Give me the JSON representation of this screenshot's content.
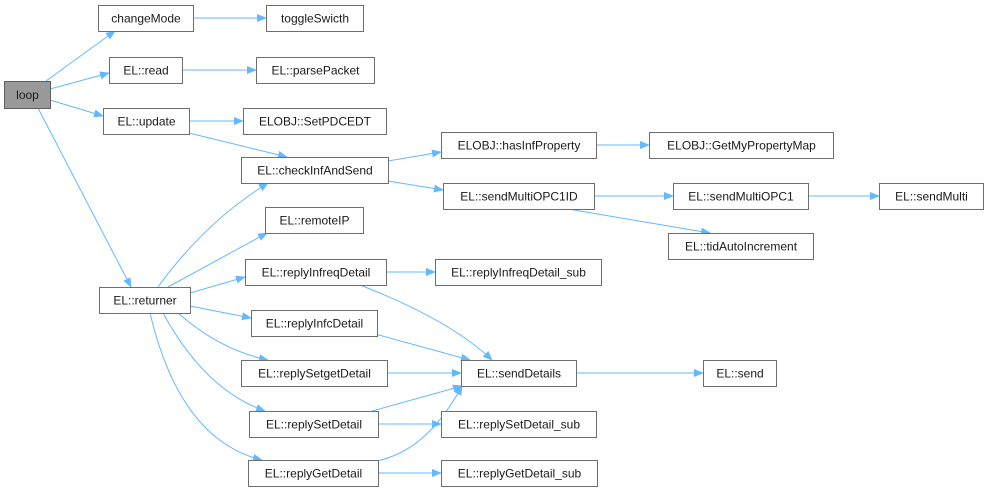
{
  "graph": {
    "root": "loop",
    "colors": {
      "root_fill": "#999999",
      "node_fill": "#ffffff",
      "node_border": "#6e6e6e",
      "edge": "#63b8ff"
    },
    "nodes": {
      "loop": "loop",
      "changeMode": "changeMode",
      "toggleSwicth": "toggleSwicth",
      "el_read": "EL::read",
      "el_parsePacket": "EL::parsePacket",
      "el_update": "EL::update",
      "elobj_SetPDCEDT": "ELOBJ::SetPDCEDT",
      "el_checkInfAndSend": "EL::checkInfAndSend",
      "elobj_hasInfProperty": "ELOBJ::hasInfProperty",
      "elobj_GetMyPropertyMap": "ELOBJ::GetMyPropertyMap",
      "el_sendMultiOPC1ID": "EL::sendMultiOPC1ID",
      "el_sendMultiOPC1": "EL::sendMultiOPC1",
      "el_sendMulti": "EL::sendMulti",
      "el_tidAutoIncrement": "EL::tidAutoIncrement",
      "el_remoteIP": "EL::remoteIP",
      "el_returner": "EL::returner",
      "el_replyInfreqDetail": "EL::replyInfreqDetail",
      "el_replyInfreqDetail_sub": "EL::replyInfreqDetail_sub",
      "el_replyInfcDetail": "EL::replyInfcDetail",
      "el_replySetgetDetail": "EL::replySetgetDetail",
      "el_sendDetails": "EL::sendDetails",
      "el_send": "EL::send",
      "el_replySetDetail": "EL::replySetDetail",
      "el_replySetDetail_sub": "EL::replySetDetail_sub",
      "el_replyGetDetail": "EL::replyGetDetail",
      "el_replyGetDetail_sub": "EL::replyGetDetail_sub"
    },
    "edges": [
      [
        "loop",
        "changeMode"
      ],
      [
        "loop",
        "el_read"
      ],
      [
        "loop",
        "el_update"
      ],
      [
        "loop",
        "el_returner"
      ],
      [
        "changeMode",
        "toggleSwicth"
      ],
      [
        "el_read",
        "el_parsePacket"
      ],
      [
        "el_update",
        "elobj_SetPDCEDT"
      ],
      [
        "el_update",
        "el_checkInfAndSend"
      ],
      [
        "el_checkInfAndSend",
        "elobj_hasInfProperty"
      ],
      [
        "el_checkInfAndSend",
        "el_sendMultiOPC1ID"
      ],
      [
        "elobj_hasInfProperty",
        "elobj_GetMyPropertyMap"
      ],
      [
        "el_sendMultiOPC1ID",
        "el_sendMultiOPC1"
      ],
      [
        "el_sendMultiOPC1ID",
        "el_tidAutoIncrement"
      ],
      [
        "el_sendMultiOPC1",
        "el_sendMulti"
      ],
      [
        "el_returner",
        "el_checkInfAndSend"
      ],
      [
        "el_returner",
        "el_remoteIP"
      ],
      [
        "el_returner",
        "el_replyInfreqDetail"
      ],
      [
        "el_returner",
        "el_replyInfcDetail"
      ],
      [
        "el_returner",
        "el_replySetgetDetail"
      ],
      [
        "el_returner",
        "el_replySetDetail"
      ],
      [
        "el_returner",
        "el_replyGetDetail"
      ],
      [
        "el_replyInfreqDetail",
        "el_replyInfreqDetail_sub"
      ],
      [
        "el_replyInfreqDetail",
        "el_sendDetails"
      ],
      [
        "el_replyInfcDetail",
        "el_sendDetails"
      ],
      [
        "el_replySetgetDetail",
        "el_sendDetails"
      ],
      [
        "el_replySetDetail",
        "el_sendDetails"
      ],
      [
        "el_replySetDetail",
        "el_replySetDetail_sub"
      ],
      [
        "el_replyGetDetail",
        "el_sendDetails"
      ],
      [
        "el_replyGetDetail",
        "el_replyGetDetail_sub"
      ],
      [
        "el_sendDetails",
        "el_send"
      ]
    ]
  }
}
